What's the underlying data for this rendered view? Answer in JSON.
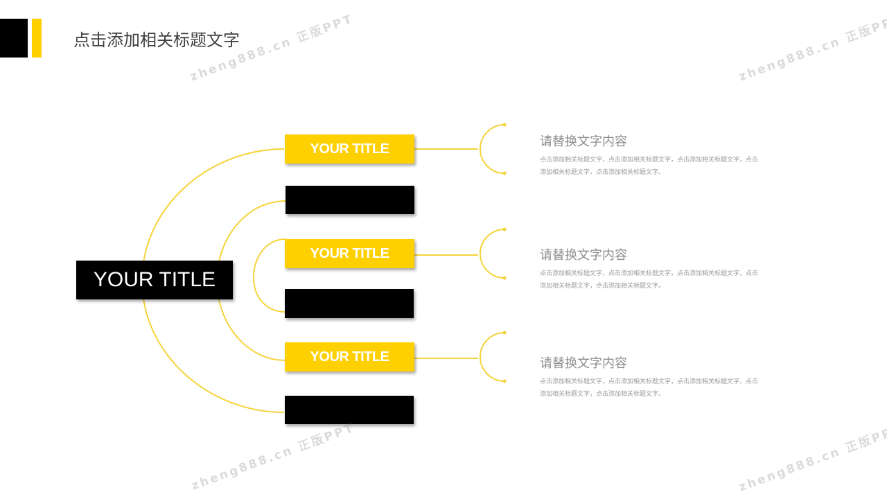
{
  "header": {
    "title": "点击添加相关标题文字"
  },
  "center": {
    "label": "YOUR TITLE"
  },
  "branches": [
    {
      "label": "YOUR TITLE",
      "style": "yellow"
    },
    {
      "label": "",
      "style": "black"
    },
    {
      "label": "YOUR TITLE",
      "style": "yellow"
    },
    {
      "label": "",
      "style": "black"
    },
    {
      "label": "YOUR TITLE",
      "style": "yellow"
    },
    {
      "label": "",
      "style": "black"
    }
  ],
  "details": [
    {
      "heading": "请替换文字内容",
      "body": "点击添加相关标题文字，点击添加相关标题文字，点击添加相关标题文字，点击添加相关标题文字，点击添加相关标题文字。"
    },
    {
      "heading": "请替换文字内容",
      "body": "点击添加相关标题文字，点击添加相关标题文字，点击添加相关标题文字，点击添加相关标题文字，点击添加相关标题文字。"
    },
    {
      "heading": "请替换文字内容",
      "body": "点击添加相关标题文字，点击添加相关标题文字，点击添加相关标题文字，点击添加相关标题文字，点击添加相关标题文字。"
    }
  ],
  "watermark": "zheng888.cn 正版PPT",
  "colors": {
    "accent": "#ffd000",
    "dark": "#000000",
    "text": "#8c8c8c"
  }
}
